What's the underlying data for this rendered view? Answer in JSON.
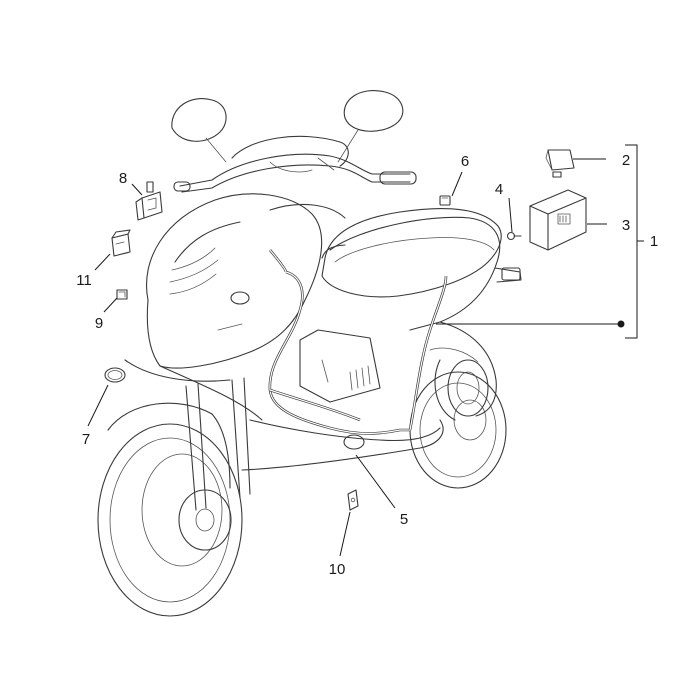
{
  "diagram": {
    "callouts": [
      {
        "id": "c1",
        "label": "1",
        "part": "electrical-system-group"
      },
      {
        "id": "c2",
        "label": "2",
        "part": "fuse"
      },
      {
        "id": "c3",
        "label": "3",
        "part": "control-unit"
      },
      {
        "id": "c4",
        "label": "4",
        "part": "screw"
      },
      {
        "id": "c5",
        "label": "5",
        "part": "main-wiring-harness"
      },
      {
        "id": "c6",
        "label": "6",
        "part": "clip"
      },
      {
        "id": "c7",
        "label": "7",
        "part": "cable-clamp-ring"
      },
      {
        "id": "c8",
        "label": "8",
        "part": "relay-with-bracket"
      },
      {
        "id": "c9",
        "label": "9",
        "part": "small-clip"
      },
      {
        "id": "c10",
        "label": "10",
        "part": "cable-guide-clip"
      },
      {
        "id": "c11",
        "label": "11",
        "part": "relay"
      }
    ]
  }
}
